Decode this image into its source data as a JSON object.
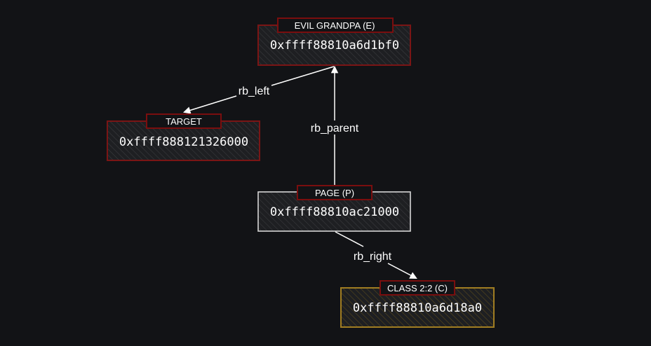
{
  "colors": {
    "background": "#121316",
    "node_fill": "#1e1f22",
    "hatch": "#3a3b3e",
    "evil_border": "#7a1515",
    "label_border": "#7a0e0e",
    "page_border": "#d6d6d6",
    "class_border": "#a07d22",
    "class_hatch": "#5a4a1c",
    "arrow": "#ffffff",
    "text": "#ffffff"
  },
  "nodes": {
    "evil_grandpa": {
      "label": "EVIL GRANDPA (E)",
      "address": "0xffff88810a6d1bf0"
    },
    "target": {
      "label": "TARGET",
      "address": "0xffff888121326000"
    },
    "page": {
      "label": "PAGE (P)",
      "address": "0xffff88810ac21000"
    },
    "class": {
      "label": "CLASS 2:2 (C)",
      "address": "0xffff88810a6d18a0"
    }
  },
  "edges": {
    "rb_left": {
      "label": "rb_left"
    },
    "rb_parent": {
      "label": "rb_parent"
    },
    "rb_right": {
      "label": "rb_right"
    }
  }
}
